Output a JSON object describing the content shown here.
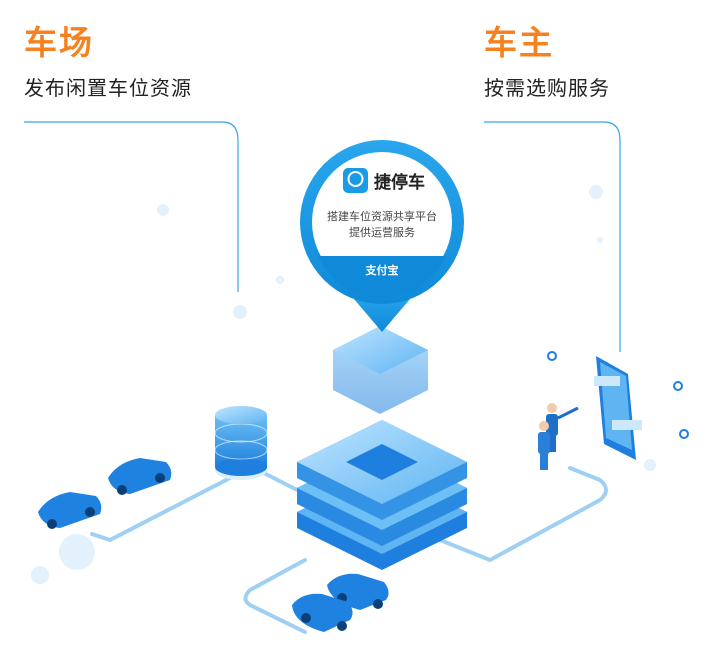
{
  "left": {
    "title": "车场",
    "subtitle": "发布闲置车位资源"
  },
  "right": {
    "title": "车主",
    "subtitle": "按需选购服务"
  },
  "pin": {
    "brand": "捷停车",
    "line1": "搭建车位资源共享平台",
    "line2": "提供运营服务",
    "footer": "支付宝"
  },
  "colors": {
    "accent": "#f5821f",
    "primary": "#1a9be8",
    "line": "#8cc8f0"
  }
}
